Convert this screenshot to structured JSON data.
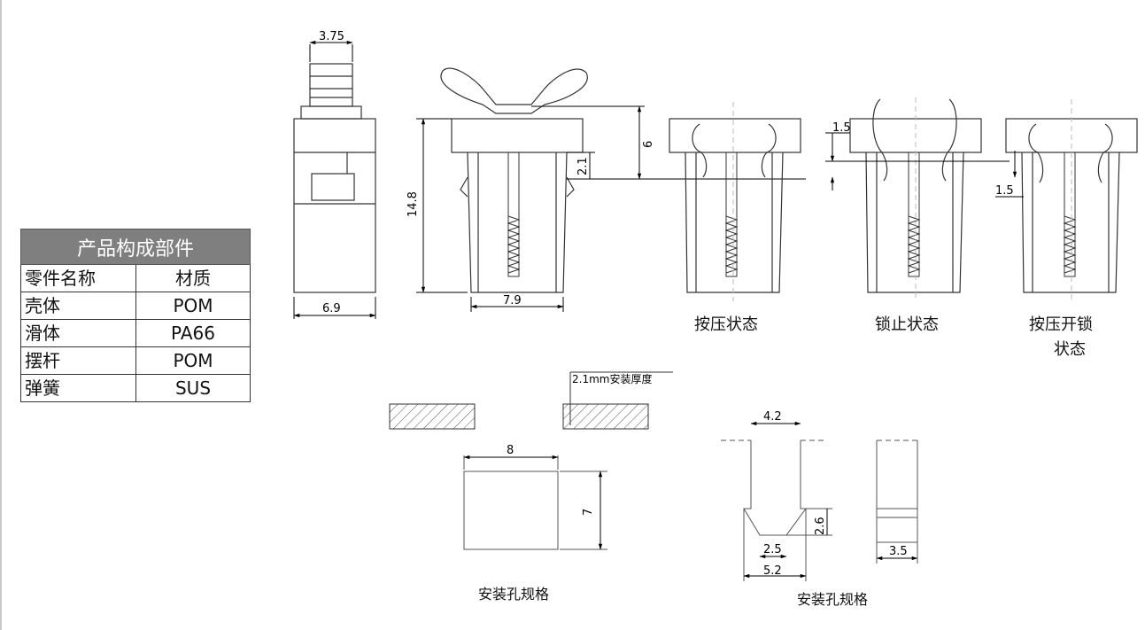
{
  "parts_table": {
    "title": "产品构成部件",
    "header": [
      "零件名称",
      "材质"
    ],
    "rows": [
      [
        "壳体",
        "POM"
      ],
      [
        "滑体",
        "PA66"
      ],
      [
        "摆杆",
        "POM"
      ],
      [
        "弹簧",
        "SUS"
      ]
    ]
  },
  "dimensions": {
    "top_width": "3.75",
    "body_width": "6.9",
    "height": "14.8",
    "front_width": "7.9",
    "arm_height": "6",
    "slot_offset": "2.1",
    "lock_top": "1.5",
    "open_offset": "1.5",
    "plate_note": "2.1mm安装厚度",
    "hole_width": "8",
    "hole_height": "7",
    "hole2_top": "4.2",
    "hole2_slot": "2.6",
    "hole2_inner": "2.5",
    "hole2_bottom": "5.2",
    "hole3_width": "3.5"
  },
  "state_labels": {
    "press": "按压状态",
    "lock": "锁止状态",
    "open_line1": "按压开锁",
    "open_line2": "状态"
  },
  "hole_labels": {
    "left": "安装孔规格",
    "right": "安装孔规格"
  }
}
